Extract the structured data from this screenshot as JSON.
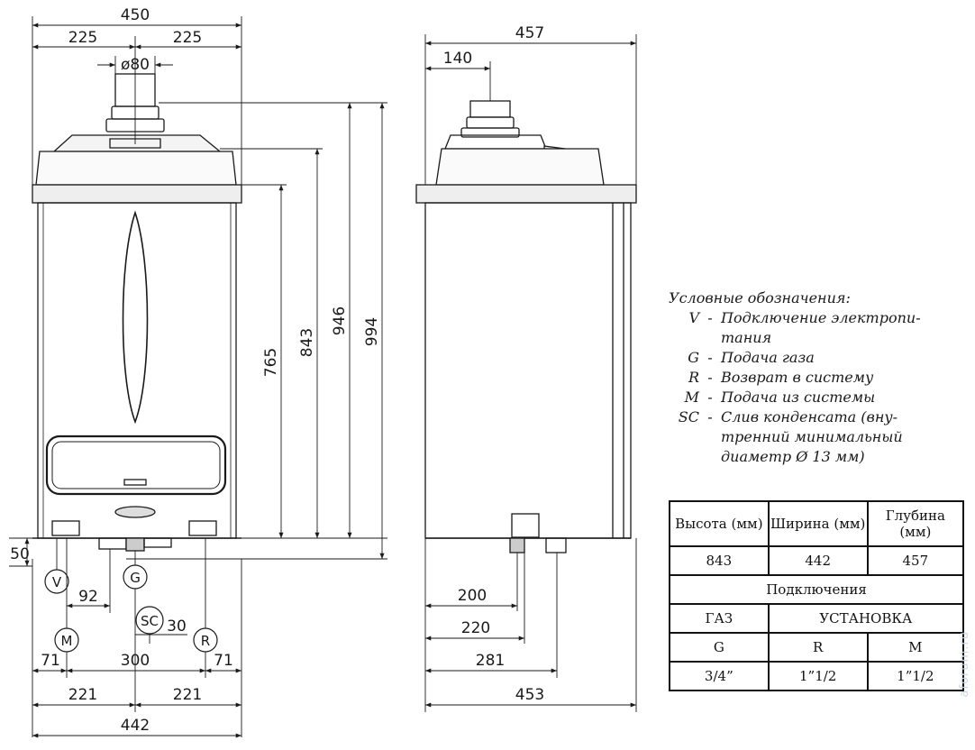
{
  "front": {
    "width": "450",
    "half_left": "225",
    "half_right": "225",
    "flue": "ø80",
    "h_765": "765",
    "h_843": "843",
    "h_946": "946",
    "h_994": "994",
    "off_50": "50",
    "d_92": "92",
    "d_30": "30",
    "b_71_left": "71",
    "b_300": "300",
    "b_71_right": "71",
    "b_221_left": "221",
    "b_221_right": "221",
    "b_442": "442",
    "conn": [
      "V",
      "G",
      "SC",
      "M",
      "R"
    ]
  },
  "side": {
    "depth": "457",
    "flue_offset": "140",
    "d_200": "200",
    "d_220": "220",
    "d_281": "281",
    "d_453": "453"
  },
  "legend": {
    "title": "Условные обозначения:",
    "items": [
      {
        "code": "V",
        "lines": [
          "Подключение электропи-",
          "тания"
        ]
      },
      {
        "code": "G",
        "lines": [
          "Подача газа"
        ]
      },
      {
        "code": "R",
        "lines": [
          "Возврат в систему"
        ]
      },
      {
        "code": "M",
        "lines": [
          "Подача из системы"
        ]
      },
      {
        "code": "SC",
        "lines": [
          "Слив конденсата (вну-",
          "тренний минимальный",
          "диаметр Ø 13 мм)"
        ]
      }
    ]
  },
  "table": {
    "h_height": "Высота (мм)",
    "h_width": "Ширина (мм)",
    "h_depth": "Глубина (мм)",
    "v_height": "843",
    "v_width": "442",
    "v_depth": "457",
    "connections": "Подключения",
    "gas": "ГАЗ",
    "install": "УСТАНОВКА",
    "g": "G",
    "r": "R",
    "m": "M",
    "g_size": "3/4”",
    "r_size": "1”1/2",
    "m_size": "1”1/2"
  },
  "watermark": "aforum.ru"
}
